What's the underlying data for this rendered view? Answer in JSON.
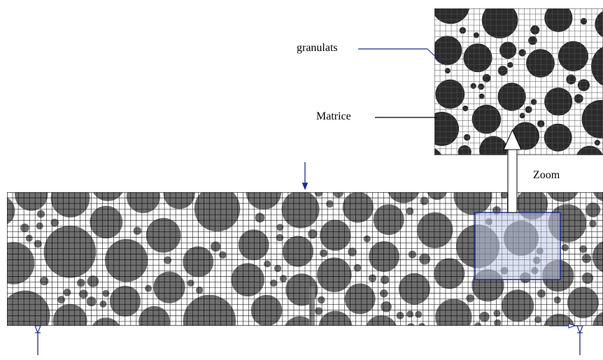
{
  "labels": {
    "granulats": "granulats",
    "matrice": "Matrice",
    "zoom": "Zoom"
  },
  "colors": {
    "aggregate_zoom": "#2b2b2b",
    "aggregate_beam": "#6e6e6e",
    "matrix": "#ffffff",
    "mesh": "#000000",
    "accent": "#1f2a8a",
    "crack": "#8a8a8a"
  },
  "icons": {
    "load_top": "downward-arrow-icon",
    "support_left": "pin-support-icon",
    "support_right": "pin-support-icon"
  }
}
